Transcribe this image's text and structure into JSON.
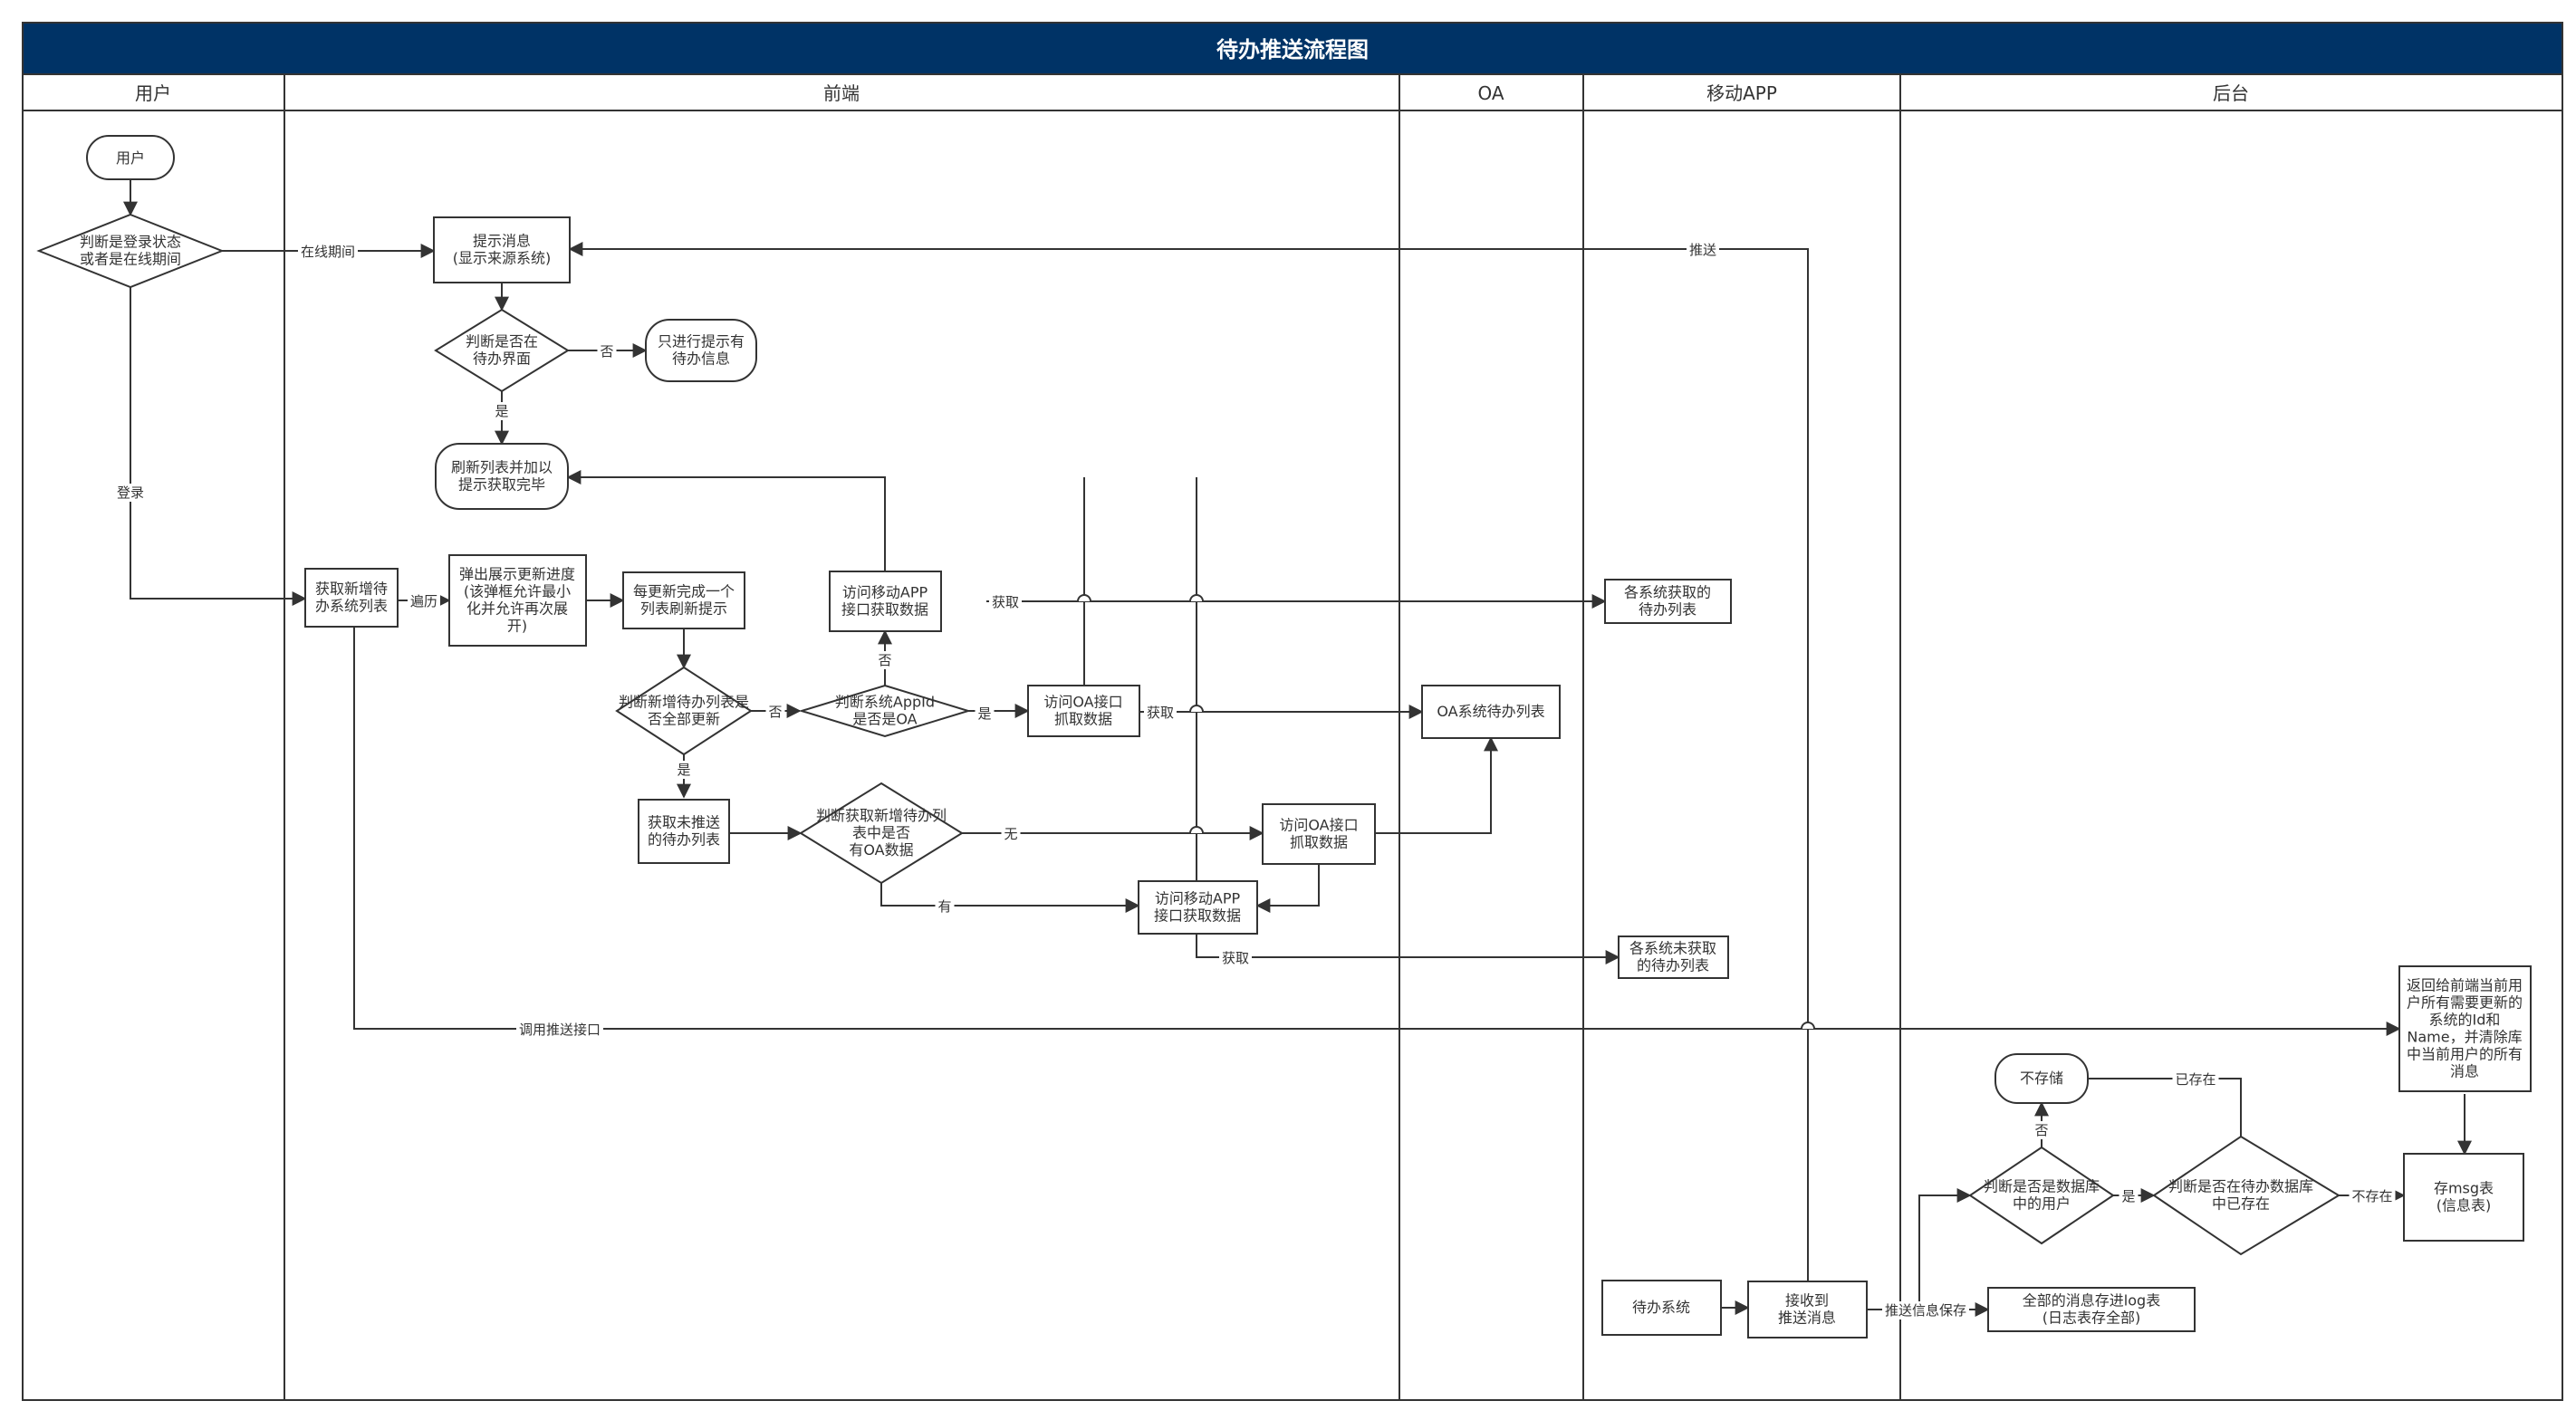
{
  "title": "待办推送流程图",
  "colors": {
    "header_bg": "#003366",
    "line": "#333333",
    "node_fill": "#ffffff"
  },
  "lanes": [
    "用户",
    "前端",
    "OA",
    "移动APP",
    "后台"
  ],
  "nodes": {
    "user_start": [
      "用户"
    ],
    "check_login": [
      "判断是登录状态",
      "或者是在线期间"
    ],
    "show_msg": [
      "提示消息",
      "(显示来源系统)"
    ],
    "in_todo_page": [
      "判断是否在",
      "待办界面"
    ],
    "only_prompt": [
      "只进行提示有",
      "待办信息"
    ],
    "refresh_list": [
      "刷新列表并加以",
      "提示获取完毕"
    ],
    "get_new_list": [
      "获取新增待",
      "办系统列表"
    ],
    "popup_progress": [
      "弹出展示更新进度",
      "(该弹框允许最小",
      "化并允许再次展",
      "开)"
    ],
    "per_update": [
      "每更新完成一个",
      "列表刷新提示"
    ],
    "check_all_updated": [
      "判断新增待办列表是",
      "否全部更新"
    ],
    "check_appid": [
      "判断系统AppId",
      "是否是OA"
    ],
    "visit_app_1": [
      "访问移动APP",
      "接口获取数据"
    ],
    "visit_oa_1": [
      "访问OA接口",
      "抓取数据"
    ],
    "get_unpushed": [
      "获取未推送",
      "的待办列表"
    ],
    "check_has_oa": [
      "判断获取新增待办列",
      "表中是否",
      "有OA数据"
    ],
    "visit_oa_2": [
      "访问OA接口",
      "抓取数据"
    ],
    "visit_app_2": [
      "访问移动APP",
      "接口获取数据"
    ],
    "oa_todo_list": [
      "OA系统待办列表"
    ],
    "systems_fetched": [
      "各系统获取的",
      "待办列表"
    ],
    "systems_unfetched": [
      "各系统未获取",
      "的待办列表"
    ],
    "return_frontend": [
      "返回给前端当前用",
      "户所有需要更新的",
      "系统的Id和",
      "Name，并清除库",
      "中当前用户的所有",
      "消息"
    ],
    "no_store": [
      "不存储"
    ],
    "check_db_user": [
      "判断是否是数据库",
      "中的用户"
    ],
    "check_exists": [
      "判断是否在待办数据库",
      "中已存在"
    ],
    "store_msg": [
      "存msg表",
      "(信息表)"
    ],
    "todo_system": [
      "待办系统"
    ],
    "receive_push": [
      "接收到",
      "推送消息"
    ],
    "log_all": [
      "全部的消息存进log表",
      "(日志表存全部)"
    ]
  },
  "edge_labels": {
    "online": "在线期间",
    "login": "登录",
    "push": "推送",
    "no1": "否",
    "yes1": "是",
    "traverse": "遍历",
    "no2": "否",
    "yes2": "是",
    "no3": "否",
    "yes3": "是",
    "fetch1": "获取",
    "fetch2": "获取",
    "none": "无",
    "has": "有",
    "fetch3": "获取",
    "call_push": "调用推送接口",
    "push_save": "推送信息保存",
    "yes4": "是",
    "no4": "否",
    "exists": "已存在",
    "not_exists": "不存在"
  }
}
